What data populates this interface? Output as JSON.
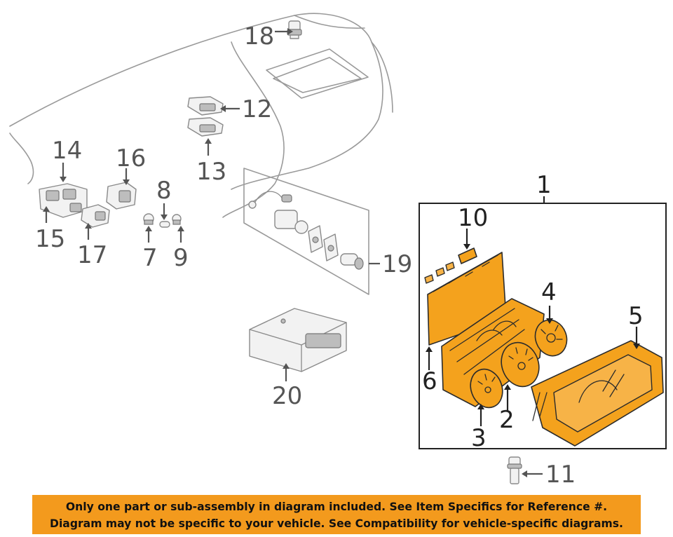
{
  "callouts": {
    "c1": "1",
    "c2": "2",
    "c3": "3",
    "c4": "4",
    "c5": "5",
    "c6": "6",
    "c7": "7",
    "c8": "8",
    "c9": "9",
    "c10": "10",
    "c11": "11",
    "c12": "12",
    "c13": "13",
    "c14": "14",
    "c15": "15",
    "c16": "16",
    "c17": "17",
    "c18": "18",
    "c19": "19",
    "c20": "20"
  },
  "highlight_color": "#f4a21d",
  "notice": {
    "line1": "Only one part or sub-assembly in diagram included. See Item Specifics for Reference #.",
    "line2": "Diagram may not be specific to your vehicle. See Compatibility for vehicle-specific diagrams.",
    "background": "#f39a1d"
  }
}
